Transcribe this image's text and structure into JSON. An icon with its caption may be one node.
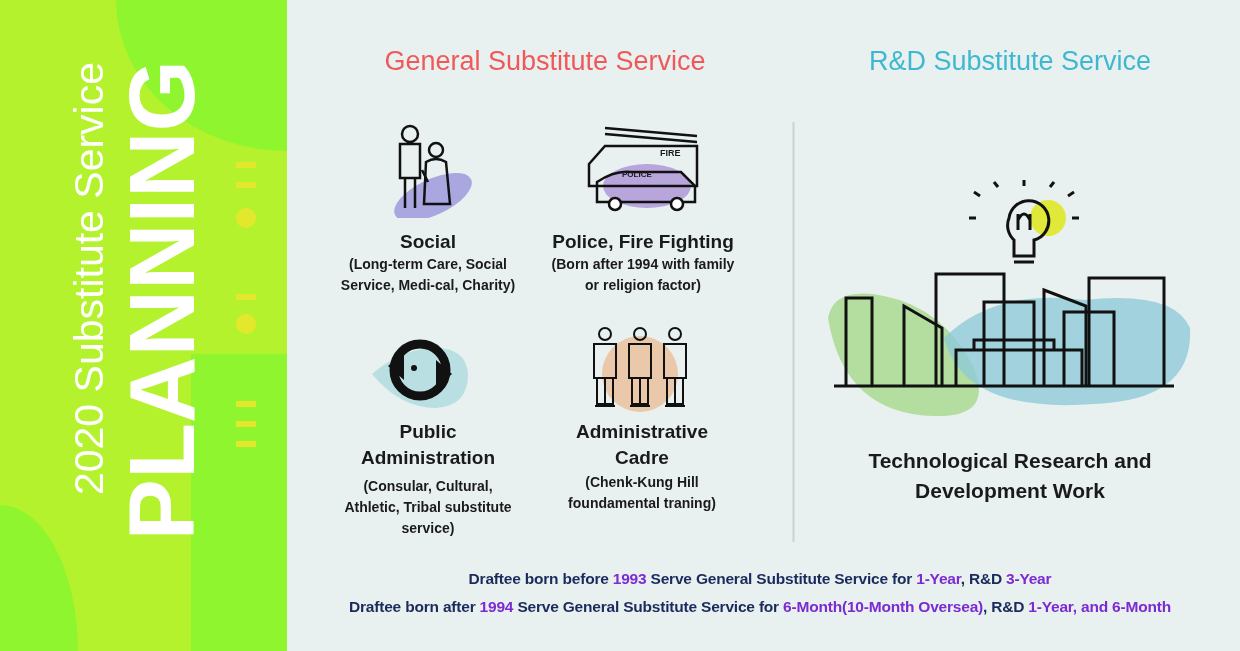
{
  "diagram": {
    "labels": [
      "2020 Substitute Service",
      "PLANNING",
      "General Substitute Service",
      "R&D Substitute Service",
      "FIRE",
      "POLICE",
      "Social",
      "(Long-term Care, Social Service, Medi-cal, Charity)",
      "Police, Fire Fighting",
      "(Born after 1994 with family or religion factor)",
      "Public Administration",
      "(Consular, Cultural, Athletic, Tribal substitute service)",
      "Administrative Cadre",
      "(Chenk-Kung Hill foundamental traning)",
      "Technological Research and Development Work",
      "Draftee born before **1993** Serve General Substitute Service for **1-Year**, R&D **3-Year**",
      "Draftee born after **1994** Serve General Substitute Service for **6-Month(10-Month Oversea)**, R&D **1-Year, and 6-Month**"
    ]
  }
}
